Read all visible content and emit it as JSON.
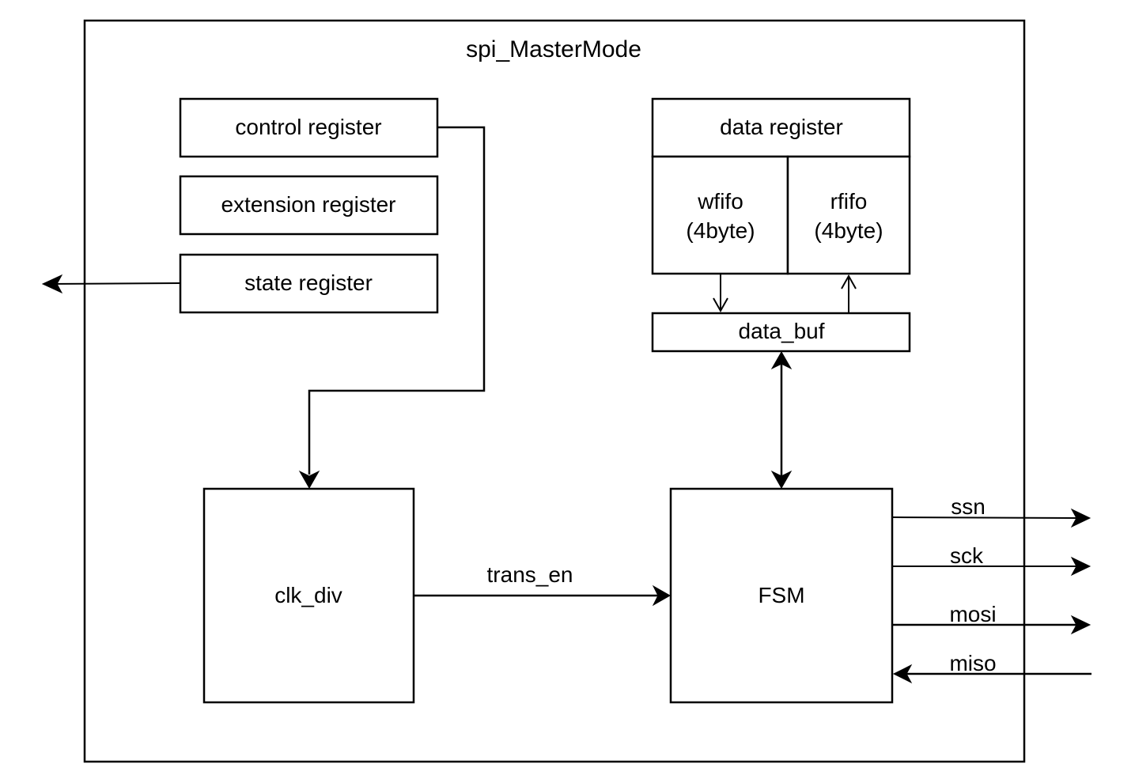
{
  "diagram": {
    "title": "spi_MasterMode",
    "blocks": {
      "control_register": "control register",
      "extension_register": "extension register",
      "state_register": "state register",
      "data_register": "data register",
      "wfifo_name": "wfifo",
      "wfifo_size": "(4byte)",
      "rfifo_name": "rfifo",
      "rfifo_size": "(4byte)",
      "data_buf": "data_buf",
      "clk_div": "clk_div",
      "fsm": "FSM"
    },
    "signals": {
      "trans_en": "trans_en",
      "ssn": "ssn",
      "sck": "sck",
      "mosi": "mosi",
      "miso": "miso"
    },
    "colors": {
      "stroke": "#000000",
      "background": "#ffffff"
    }
  }
}
